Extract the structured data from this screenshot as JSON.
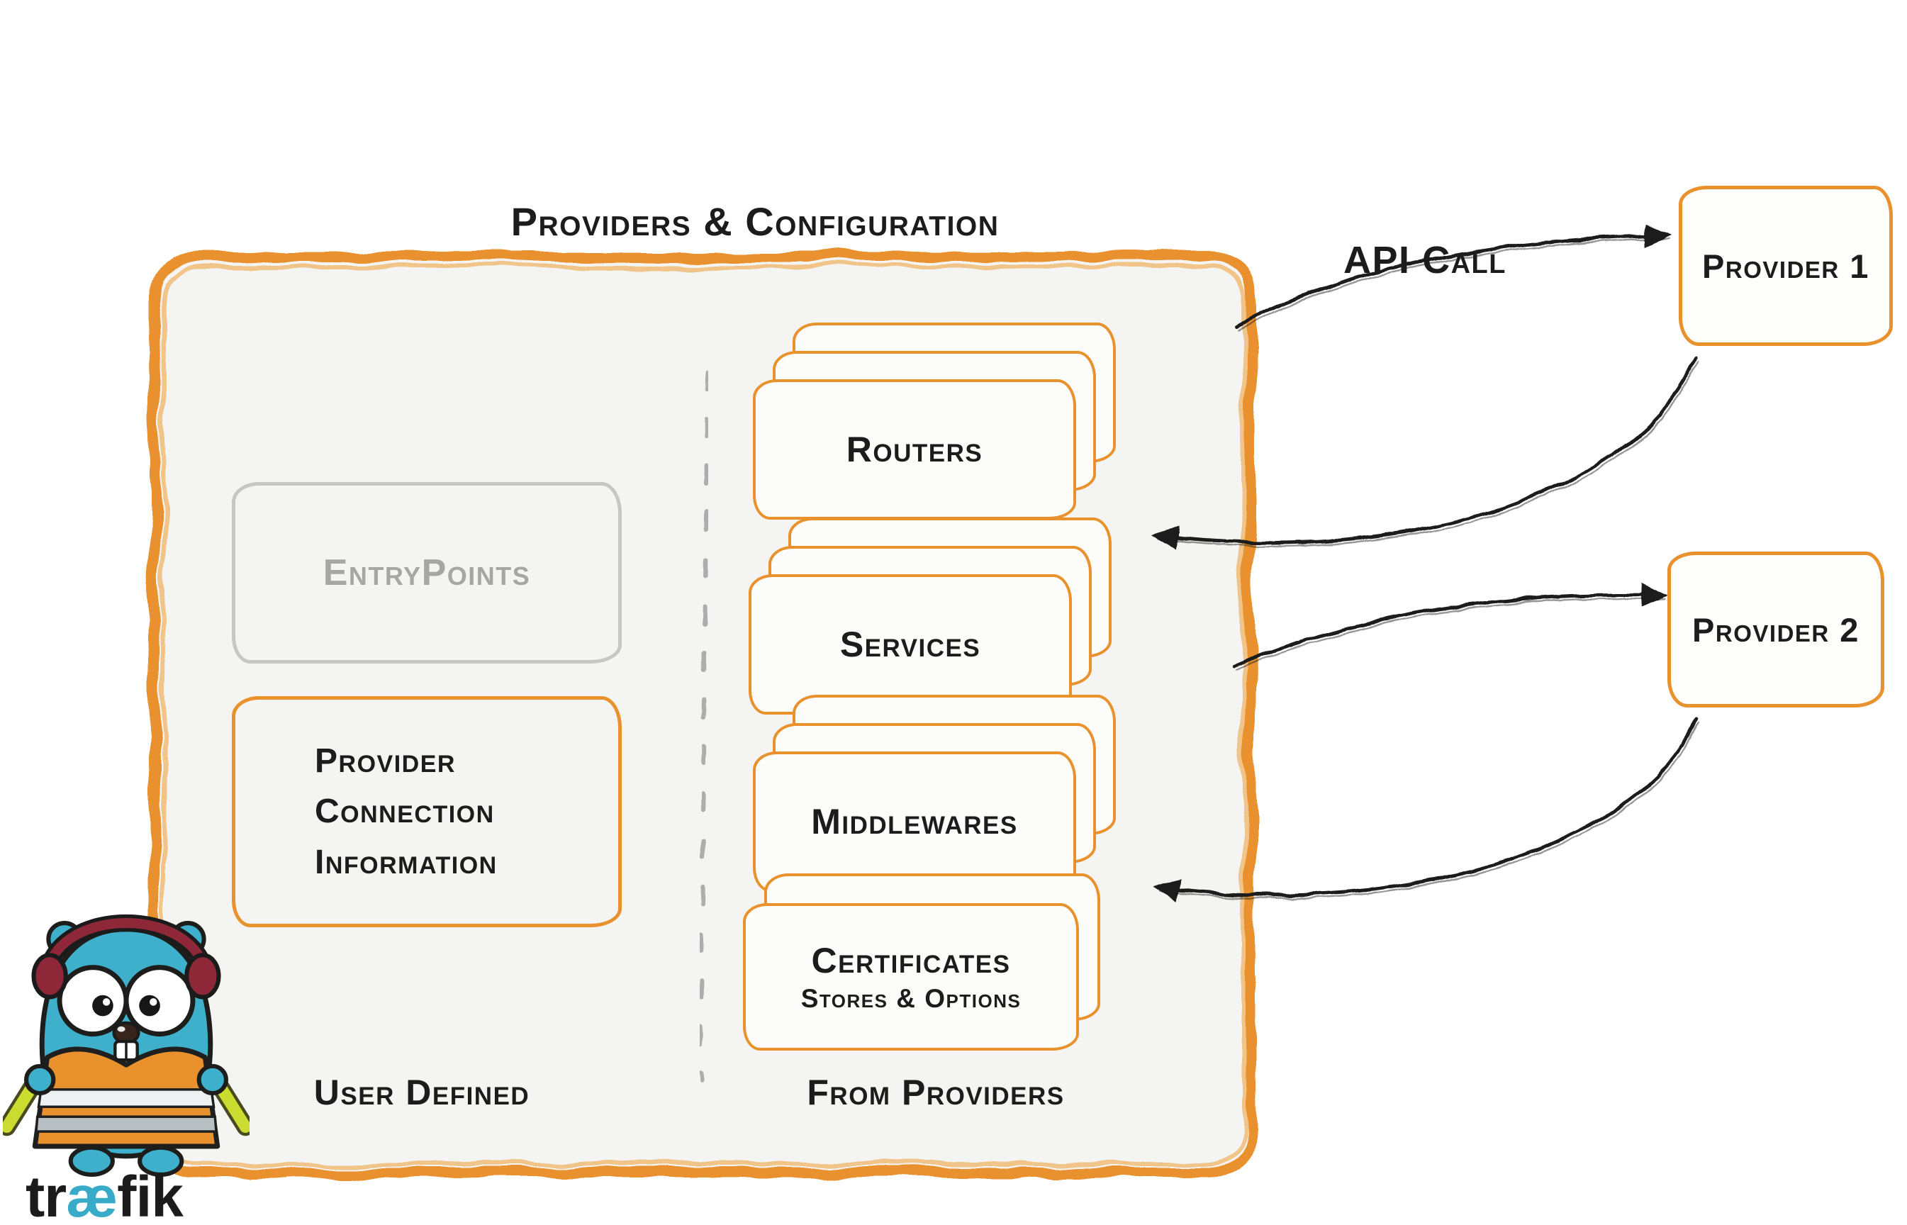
{
  "title": "Providers & Configuration",
  "api_call_label": "API Call",
  "configuration_box": {
    "user_defined_label": "User Defined",
    "from_providers_label": "From Providers",
    "entrypoints_label": "EntryPoints",
    "provider_connection": {
      "line1": "Provider",
      "line2": "Connection",
      "line3": "Information"
    },
    "stacks": [
      {
        "label": "Routers"
      },
      {
        "label": "Services"
      },
      {
        "label": "Middlewares"
      },
      {
        "label": "Certificates",
        "sublabel": "Stores & Options"
      }
    ]
  },
  "providers": [
    {
      "label": "Provider 1"
    },
    {
      "label": "Provider 2"
    }
  ],
  "logo": {
    "pre": "tr",
    "ae": "æ",
    "post": "fik"
  },
  "colors": {
    "accent_orange": "#E8912D",
    "panel_fill": "#F4F4F2",
    "muted_gray": "#9C9C9C",
    "ink_black": "#1B1B1B",
    "brand_teal": "#37ABC8"
  }
}
